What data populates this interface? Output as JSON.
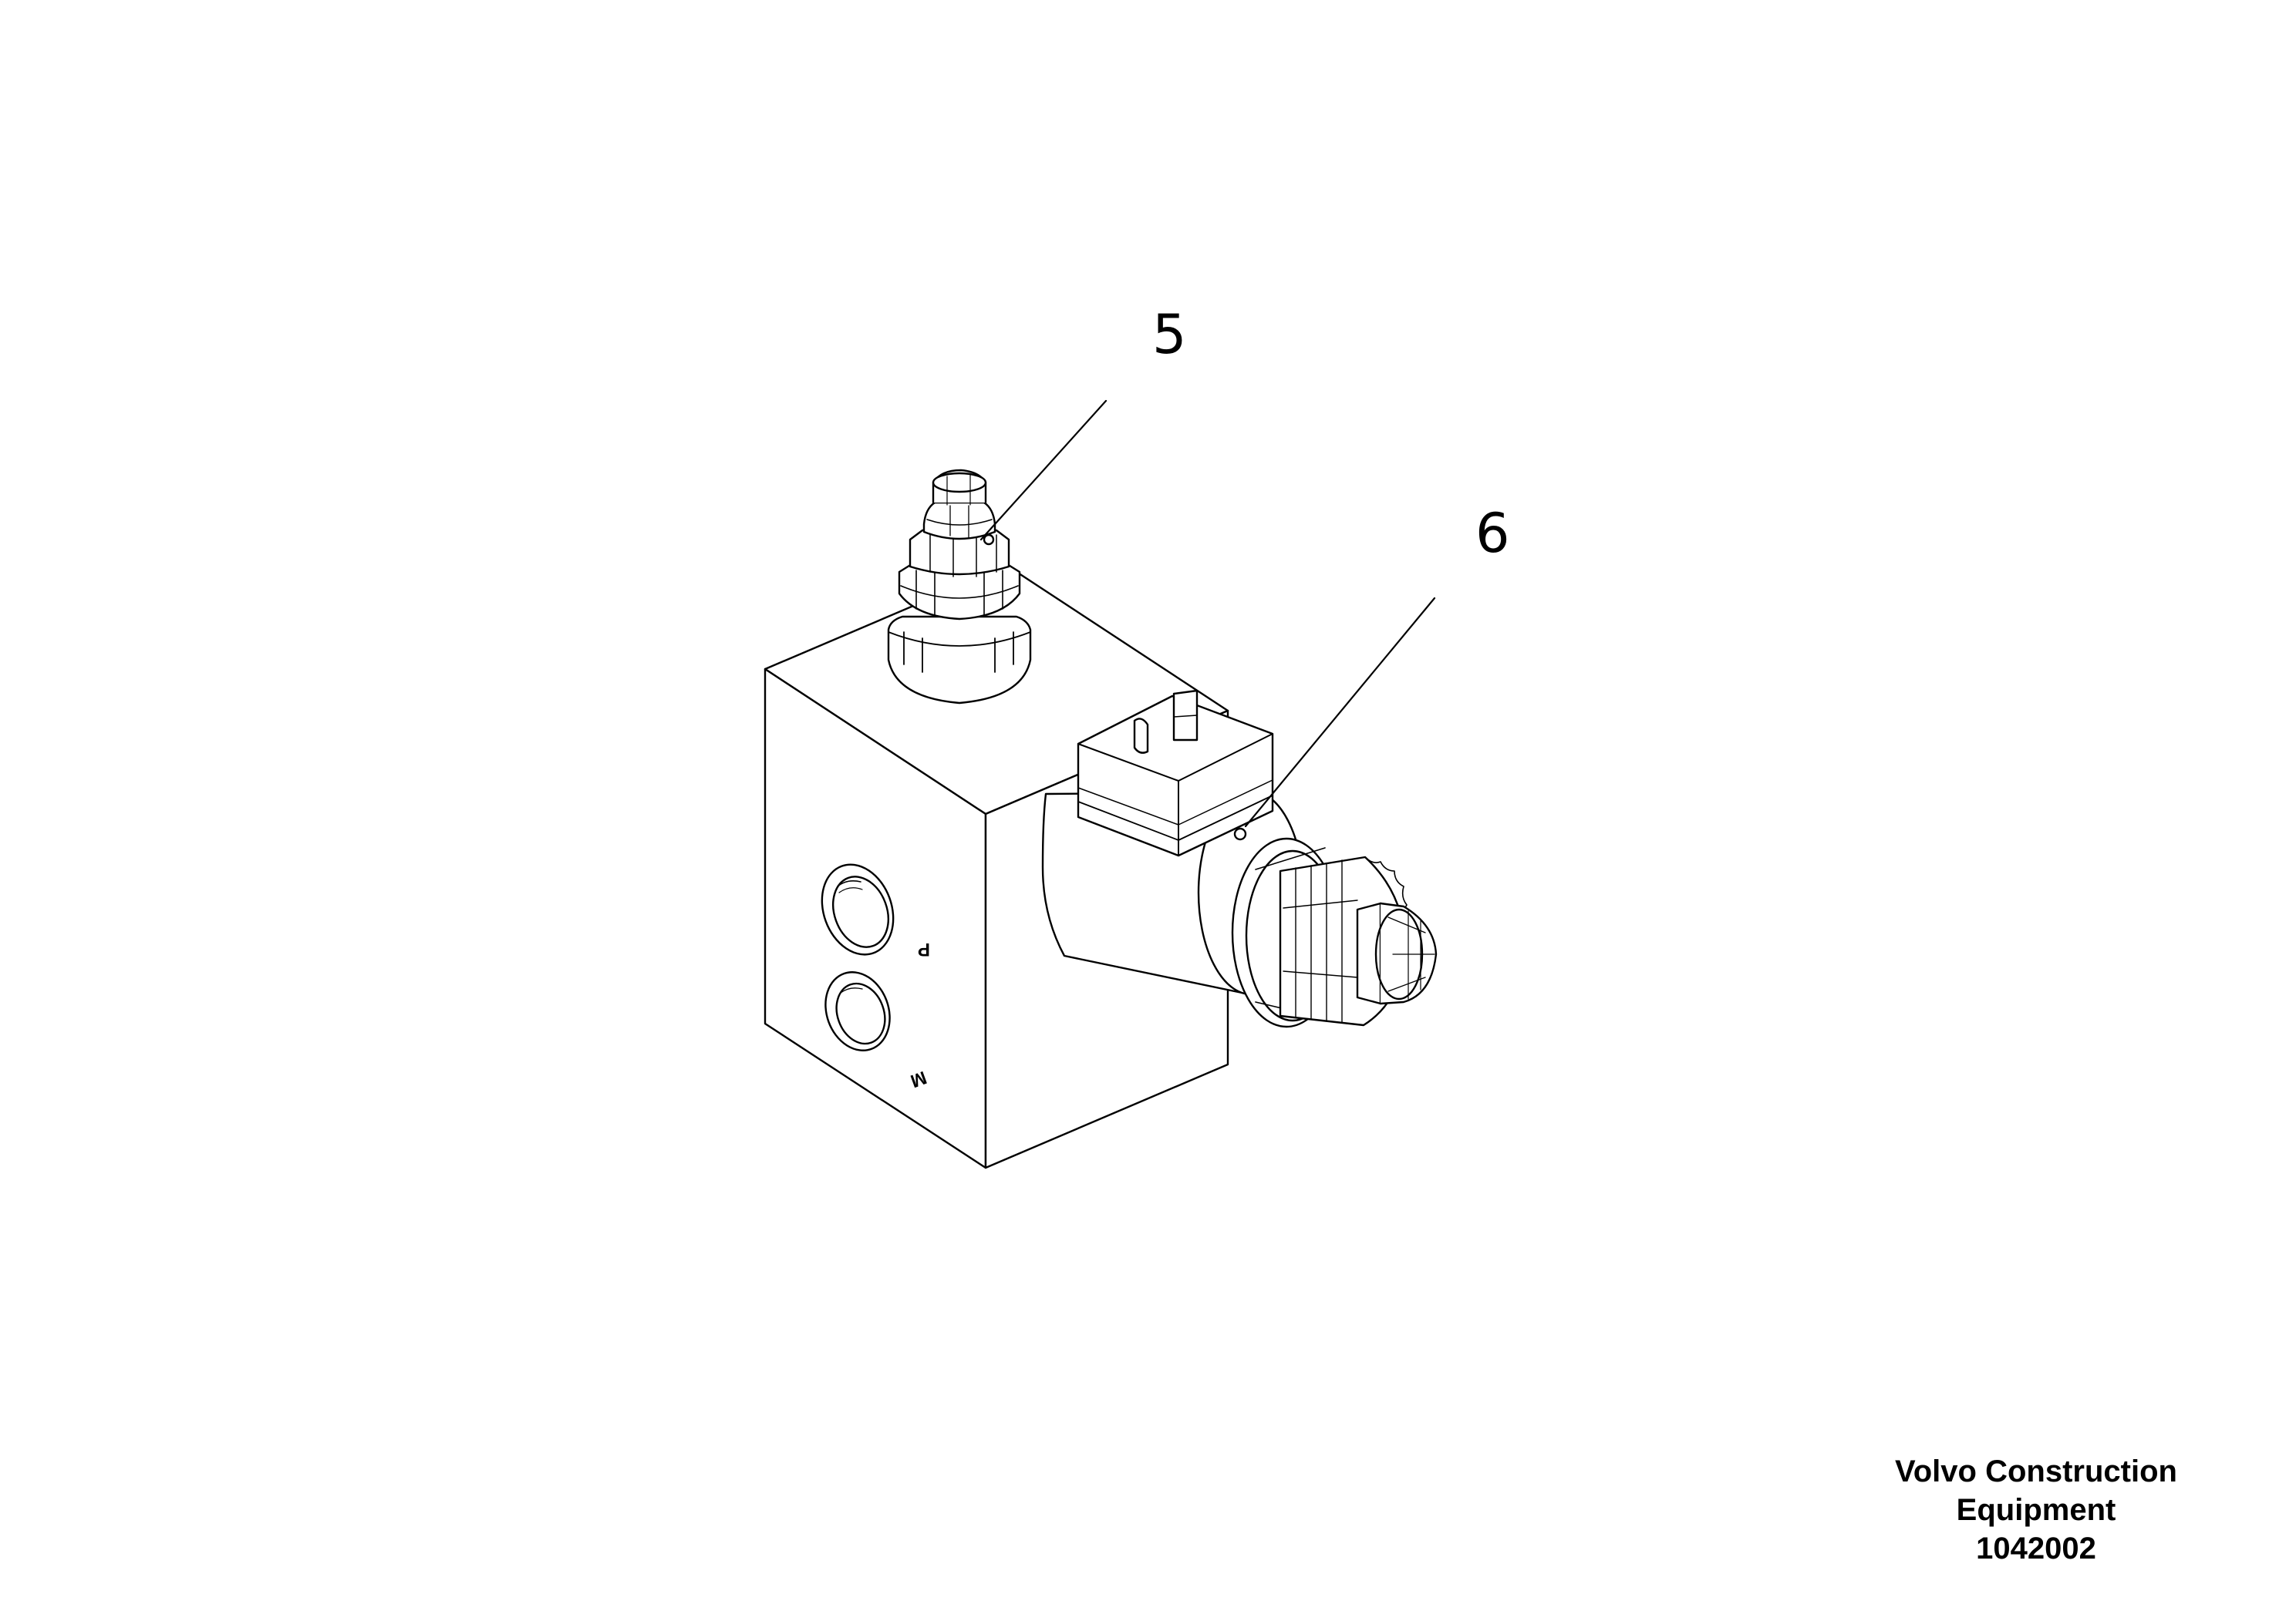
{
  "callouts": [
    {
      "id": "5",
      "label": "5"
    },
    {
      "id": "6",
      "label": "6"
    }
  ],
  "ports": [
    {
      "id": "P",
      "label": "P"
    },
    {
      "id": "M",
      "label": "M"
    }
  ],
  "caption": {
    "line1": "Volvo Construction",
    "line2": "Equipment",
    "line3": "1042002"
  },
  "colors": {
    "ink": "#000000",
    "background": "#ffffff"
  }
}
